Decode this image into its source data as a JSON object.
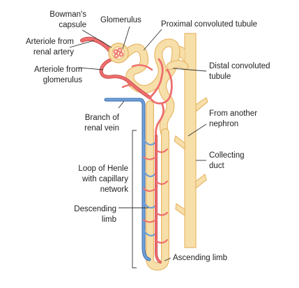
{
  "labels": {
    "bowmans_capsule": [
      "Bowman's",
      "capsule"
    ],
    "glomerulus": "Glomerulus",
    "proximal_tubule": "Proximal convoluted tubule",
    "arteriole_from_artery": [
      "Arteriole from",
      "renal artery"
    ],
    "arteriole_from_glomerulus": [
      "Arteriole from",
      "glomerulus"
    ],
    "distal_tubule": [
      "Distal convoluted",
      "tubule"
    ],
    "branch_renal_vein": [
      "Branch of",
      "renal vein"
    ],
    "from_another_nephron": [
      "From another",
      "nephron"
    ],
    "collecting_duct": [
      "Collecting",
      "duct"
    ],
    "loop_of_henle": [
      "Loop of Henle",
      "with capillary",
      "network"
    ],
    "descending_limb": [
      "Descending",
      "limb"
    ],
    "ascending_limb": "Ascending limb"
  },
  "colors": {
    "tubule_fill": "#f7dfaa",
    "tubule_edge": "#e8b867",
    "artery": "#ee6e6e",
    "artery_edge": "#c94a4a",
    "vein": "#6f9fd8",
    "vein_edge": "#3f6fae",
    "leader": "#333333"
  }
}
